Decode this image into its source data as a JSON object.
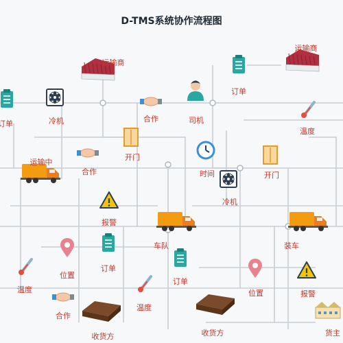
{
  "title": "D-TMS系统协作流程图",
  "colors": {
    "line": "#c8ced3",
    "label": "#c0392b",
    "teal": "#2aa7a0",
    "truck_body": "#f39c12",
    "truck_cab": "#e67e22",
    "warehouse_roof": "#b03040",
    "warning": "#f1c40f"
  },
  "nodes": [
    {
      "id": "carrier-1",
      "icon": "warehouse",
      "label": "运输商"
    },
    {
      "id": "carrier-2",
      "icon": "warehouse",
      "label": "运输商"
    },
    {
      "id": "order-1",
      "icon": "order",
      "label": "订单"
    },
    {
      "id": "order-2",
      "icon": "order",
      "label": "订单"
    },
    {
      "id": "order-3",
      "icon": "order",
      "label": "订单"
    },
    {
      "id": "order-4",
      "icon": "order",
      "label": "订单"
    },
    {
      "id": "fan-1",
      "icon": "fan",
      "label": "冷机"
    },
    {
      "id": "fan-2",
      "icon": "fan",
      "label": "冷机"
    },
    {
      "id": "coop-1",
      "icon": "handshake",
      "label": "合作"
    },
    {
      "id": "coop-2",
      "icon": "handshake",
      "label": "合作"
    },
    {
      "id": "coop-3",
      "icon": "handshake",
      "label": "合作"
    },
    {
      "id": "driver",
      "icon": "person",
      "label": "司机"
    },
    {
      "id": "temp-1",
      "icon": "thermometer",
      "label": "温度"
    },
    {
      "id": "temp-2",
      "icon": "thermometer",
      "label": "温度"
    },
    {
      "id": "temp-3",
      "icon": "thermometer",
      "label": "温度"
    },
    {
      "id": "door-1",
      "icon": "door",
      "label": "开门"
    },
    {
      "id": "door-2",
      "icon": "door",
      "label": "开门"
    },
    {
      "id": "time",
      "icon": "clock",
      "label": "时间"
    },
    {
      "id": "transit",
      "icon": "truck",
      "label": "运输中"
    },
    {
      "id": "alarm-1",
      "icon": "warning",
      "label": "报警"
    },
    {
      "id": "alarm-2",
      "icon": "warning",
      "label": "报警"
    },
    {
      "id": "fleet",
      "icon": "truck",
      "label": "车队"
    },
    {
      "id": "loading",
      "icon": "truck",
      "label": "装车"
    },
    {
      "id": "pos-1",
      "icon": "pin",
      "label": "位置"
    },
    {
      "id": "pos-2",
      "icon": "pin",
      "label": "位置"
    },
    {
      "id": "receiver-1",
      "icon": "depot",
      "label": "收货方"
    },
    {
      "id": "receiver-2",
      "icon": "depot",
      "label": "收货方"
    },
    {
      "id": "shipper",
      "icon": "factory",
      "label": "货主"
    }
  ]
}
